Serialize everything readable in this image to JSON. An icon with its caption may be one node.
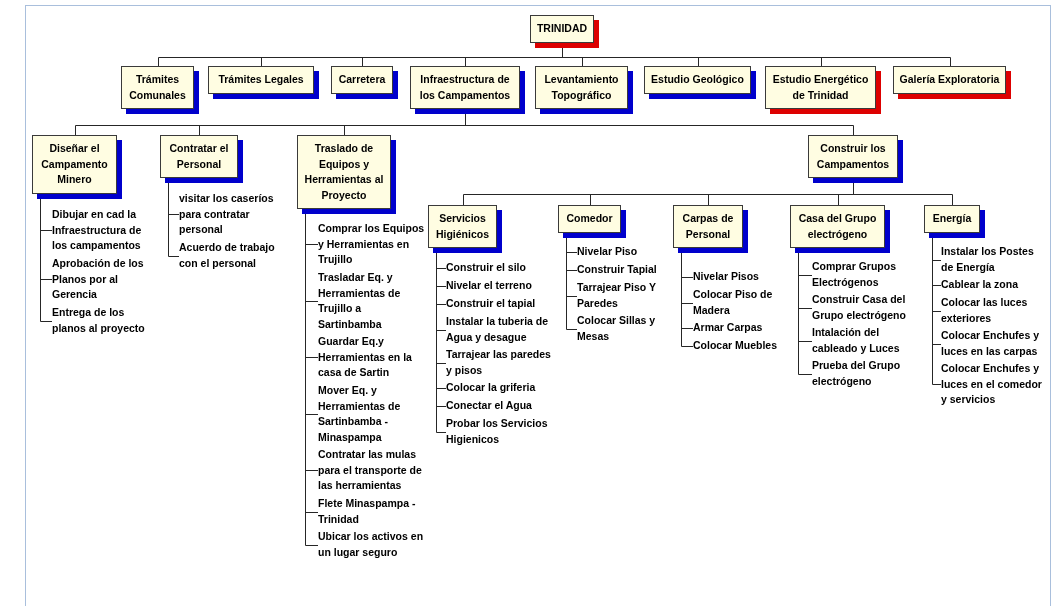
{
  "diagram": {
    "nodes": [
      {
        "text": [
          "TRINIDAD"
        ]
      },
      {
        "text": [
          "Trámites Comunales"
        ]
      },
      {
        "text": [
          "Trámites Legales"
        ]
      },
      {
        "text": [
          "Carretera"
        ]
      },
      {
        "text": [
          "Infraestructura de los Campamentos"
        ]
      },
      {
        "text": [
          "Levantamiento Topográfico"
        ]
      },
      {
        "text": [
          "Estudio Geológico"
        ]
      },
      {
        "text": [
          "Estudio Energético de Trinidad"
        ]
      },
      {
        "text": [
          "Galería Exploratoria"
        ]
      },
      {
        "text": [
          "Diseñar el Campamento Minero"
        ]
      },
      {
        "text": [
          "Contratar el Personal"
        ]
      },
      {
        "text": [
          "Traslado de Equipos y Herramientas al Proyecto"
        ]
      },
      {
        "text": [
          "Construir los Campamentos"
        ]
      },
      {
        "text": [
          "Dibujar en cad la Infraestructura de los campamentos"
        ]
      },
      {
        "text": [
          "Aprobación de los Planos por al Gerencia"
        ]
      },
      {
        "text": [
          "Entrega de los planos al proyecto"
        ]
      },
      {
        "text": [
          "visitar los caseríos para contratar personal"
        ]
      },
      {
        "text": [
          "Acuerdo de trabajo con el personal"
        ]
      },
      {
        "text": [
          "Comprar los Equipos y Herramientas en Trujillo"
        ]
      },
      {
        "text": [
          "Trasladar Eq. y Herramientas de Trujillo a Sartinbamba"
        ]
      },
      {
        "text": [
          "Guardar Eq.y Herramientas en la casa de Sartin"
        ]
      },
      {
        "text": [
          "Mover Eq. y Herramientas de Sartinbamba - Minaspampa"
        ]
      },
      {
        "text": [
          "Contratar las mulas para el transporte de las herramientas"
        ]
      },
      {
        "text": [
          "Flete Minaspampa - Trinidad"
        ]
      },
      {
        "text": [
          "Ubicar los activos en un lugar seguro"
        ]
      },
      {
        "text": [
          "Servicios Higiénicos"
        ]
      },
      {
        "text": [
          "Comedor"
        ]
      },
      {
        "text": [
          "Carpas de Personal"
        ]
      },
      {
        "text": [
          "Casa del Grupo electrógeno"
        ]
      },
      {
        "text": [
          "Energía"
        ]
      },
      {
        "text": [
          "Construir el silo"
        ]
      },
      {
        "text": [
          "Nivelar el terreno"
        ]
      },
      {
        "text": [
          "Construir el tapial"
        ]
      },
      {
        "text": [
          "Instalar la tuberia de Agua y desague"
        ]
      },
      {
        "text": [
          "Tarrajear las paredes y pisos"
        ]
      },
      {
        "text": [
          "Colocar la griferia"
        ]
      },
      {
        "text": [
          "Conectar el Agua"
        ]
      },
      {
        "text": [
          "Probar los Servicios Higienicos"
        ]
      },
      {
        "text": [
          "Nivelar Piso"
        ]
      },
      {
        "text": [
          "Construir Tapial"
        ]
      },
      {
        "text": [
          "Tarrajear Piso Y Paredes"
        ]
      },
      {
        "text": [
          "Colocar Sillas y Mesas"
        ]
      },
      {
        "text": [
          "Nivelar Pisos"
        ]
      },
      {
        "text": [
          "Colocar Piso de Madera"
        ]
      },
      {
        "text": [
          "Armar Carpas"
        ]
      },
      {
        "text": [
          "Colocar Muebles"
        ]
      },
      {
        "text": [
          "Comprar Grupos Electrógenos"
        ]
      },
      {
        "text": [
          "Construir Casa del Grupo electrógeno"
        ]
      },
      {
        "text": [
          "Intalación del cableado y Luces"
        ]
      },
      {
        "text": [
          "Prueba del Grupo electrógeno"
        ]
      },
      {
        "text": [
          "Instalar los Postes de Energía"
        ]
      },
      {
        "text": [
          "Cablear la zona"
        ]
      },
      {
        "text": [
          "Colocar las luces exteriores"
        ]
      },
      {
        "text": [
          "Colocar Enchufes y luces en las carpas"
        ]
      },
      {
        "text": [
          "Colocar Enchufes y luces en el comedor y servicios"
        ]
      }
    ],
    "edges": [
      {
        "from": 0,
        "to": 1,
        "arrow": "none"
      },
      {
        "from": 0,
        "to": 2,
        "arrow": "none"
      },
      {
        "from": 0,
        "to": 3,
        "arrow": "none"
      },
      {
        "from": 0,
        "to": 4,
        "arrow": "none"
      },
      {
        "from": 0,
        "to": 5,
        "arrow": "none"
      },
      {
        "from": 0,
        "to": 6,
        "arrow": "none"
      },
      {
        "from": 0,
        "to": 7,
        "arrow": "none"
      },
      {
        "from": 0,
        "to": 8,
        "arrow": "none"
      },
      {
        "from": 4,
        "to": 9,
        "arrow": "none"
      },
      {
        "from": 4,
        "to": 10,
        "arrow": "none"
      },
      {
        "from": 4,
        "to": 11,
        "arrow": "none"
      },
      {
        "from": 4,
        "to": 12,
        "arrow": "none"
      },
      {
        "from": 9,
        "to": 13,
        "arrow": "none"
      },
      {
        "from": 9,
        "to": 14,
        "arrow": "none"
      },
      {
        "from": 9,
        "to": 15,
        "arrow": "none"
      },
      {
        "from": 10,
        "to": 16,
        "arrow": "none"
      },
      {
        "from": 10,
        "to": 17,
        "arrow": "none"
      },
      {
        "from": 11,
        "to": 18,
        "arrow": "none"
      },
      {
        "from": 11,
        "to": 19,
        "arrow": "none"
      },
      {
        "from": 11,
        "to": 20,
        "arrow": "none"
      },
      {
        "from": 11,
        "to": 21,
        "arrow": "none"
      },
      {
        "from": 11,
        "to": 22,
        "arrow": "none"
      },
      {
        "from": 11,
        "to": 23,
        "arrow": "none"
      },
      {
        "from": 11,
        "to": 24,
        "arrow": "none"
      },
      {
        "from": 12,
        "to": 25,
        "arrow": "none"
      },
      {
        "from": 12,
        "to": 26,
        "arrow": "none"
      },
      {
        "from": 12,
        "to": 27,
        "arrow": "none"
      },
      {
        "from": 12,
        "to": 28,
        "arrow": "none"
      },
      {
        "from": 12,
        "to": 29,
        "arrow": "none"
      },
      {
        "from": 25,
        "to": 30,
        "arrow": "none"
      },
      {
        "from": 25,
        "to": 31,
        "arrow": "none"
      },
      {
        "from": 25,
        "to": 32,
        "arrow": "none"
      },
      {
        "from": 25,
        "to": 33,
        "arrow": "none"
      },
      {
        "from": 25,
        "to": 34,
        "arrow": "none"
      },
      {
        "from": 25,
        "to": 35,
        "arrow": "none"
      },
      {
        "from": 25,
        "to": 36,
        "arrow": "none"
      },
      {
        "from": 25,
        "to": 37,
        "arrow": "none"
      },
      {
        "from": 26,
        "to": 38,
        "arrow": "none"
      },
      {
        "from": 26,
        "to": 39,
        "arrow": "none"
      },
      {
        "from": 26,
        "to": 40,
        "arrow": "none"
      },
      {
        "from": 26,
        "to": 41,
        "arrow": "none"
      },
      {
        "from": 27,
        "to": 42,
        "arrow": "none"
      },
      {
        "from": 27,
        "to": 43,
        "arrow": "none"
      },
      {
        "from": 27,
        "to": 44,
        "arrow": "none"
      },
      {
        "from": 27,
        "to": 45,
        "arrow": "none"
      },
      {
        "from": 28,
        "to": 46,
        "arrow": "none"
      },
      {
        "from": 28,
        "to": 47,
        "arrow": "none"
      },
      {
        "from": 28,
        "to": 48,
        "arrow": "none"
      },
      {
        "from": 28,
        "to": 49,
        "arrow": "none"
      },
      {
        "from": 29,
        "to": 50,
        "arrow": "none"
      },
      {
        "from": 29,
        "to": 51,
        "arrow": "none"
      },
      {
        "from": 29,
        "to": 52,
        "arrow": "none"
      },
      {
        "from": 29,
        "to": 53,
        "arrow": "none"
      },
      {
        "from": 29,
        "to": 54,
        "arrow": "none"
      }
    ]
  }
}
